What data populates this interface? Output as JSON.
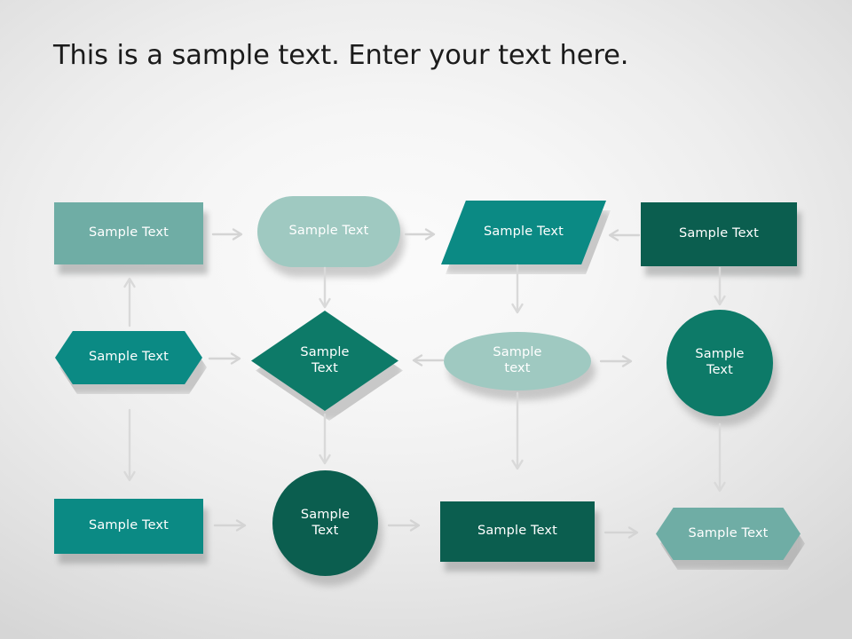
{
  "slide": {
    "title": "This is a sample text. Enter your text here.",
    "background": {
      "center_color": "#fbfbfb",
      "edge_color": "#d6d6d6"
    }
  },
  "palette": {
    "medium_teal": "#6fada5",
    "light_teal": "#9fc9c1",
    "bright_teal": "#0b8a84",
    "deep_teal": "#0d7a68",
    "dark_green": "#0b5e4f",
    "arrow_gray": "#d2d2d2",
    "shape_text": "#ffffff",
    "title_text": "#1b1b1b"
  },
  "flowchart": {
    "type": "flowchart",
    "columns": 4,
    "rows": 3,
    "nodes": [
      {
        "id": "r1c1",
        "shape": "rectangle",
        "label": "Sample Text",
        "color": "#6fada5",
        "row": 1,
        "col": 1
      },
      {
        "id": "r1c2",
        "shape": "stadium",
        "label": "Sample Text",
        "color": "#9fc9c1",
        "row": 1,
        "col": 2
      },
      {
        "id": "r1c3",
        "shape": "parallelogram",
        "label": "Sample Text",
        "color": "#0b8a84",
        "row": 1,
        "col": 3
      },
      {
        "id": "r1c4",
        "shape": "rectangle",
        "label": "Sample Text",
        "color": "#0b5e4f",
        "row": 1,
        "col": 4
      },
      {
        "id": "r2c1",
        "shape": "hexagon",
        "label": "Sample Text",
        "color": "#0b8a84",
        "row": 2,
        "col": 1
      },
      {
        "id": "r2c2",
        "shape": "diamond",
        "label": "Sample\nText",
        "label_line1": "Sample",
        "label_line2": "Text",
        "color": "#0d7a68",
        "row": 2,
        "col": 2
      },
      {
        "id": "r2c3",
        "shape": "ellipse",
        "label": "Sample\ntext",
        "label_line1": "Sample",
        "label_line2": "text",
        "color": "#9fc9c1",
        "row": 2,
        "col": 3
      },
      {
        "id": "r2c4",
        "shape": "circle",
        "label": "Sample\nText",
        "label_line1": "Sample",
        "label_line2": "Text",
        "color": "#0d7a68",
        "row": 2,
        "col": 4
      },
      {
        "id": "r3c1",
        "shape": "rectangle",
        "label": "Sample Text",
        "color": "#0b8a84",
        "row": 3,
        "col": 1
      },
      {
        "id": "r3c2",
        "shape": "circle",
        "label": "Sample\nText",
        "label_line1": "Sample",
        "label_line2": "Text",
        "color": "#0b5e4f",
        "row": 3,
        "col": 2
      },
      {
        "id": "r3c3",
        "shape": "rectangle",
        "label": "Sample Text",
        "color": "#0b5e4f",
        "row": 3,
        "col": 3
      },
      {
        "id": "r3c4",
        "shape": "hexagon",
        "label": "Sample Text",
        "color": "#6fada5",
        "row": 3,
        "col": 4
      }
    ],
    "connectors": [
      {
        "from": "r1c1",
        "to": "r1c2",
        "direction": "right"
      },
      {
        "from": "r1c2",
        "to": "r1c3",
        "direction": "right"
      },
      {
        "from": "r1c4",
        "to": "r1c3",
        "direction": "left"
      },
      {
        "from": "r2c1",
        "to": "r1c1",
        "direction": "up"
      },
      {
        "from": "r1c2",
        "to": "r2c2",
        "direction": "down"
      },
      {
        "from": "r1c3",
        "to": "r2c3",
        "direction": "down"
      },
      {
        "from": "r1c4",
        "to": "r2c4",
        "direction": "down"
      },
      {
        "from": "r2c1",
        "to": "r2c2",
        "direction": "right"
      },
      {
        "from": "r2c3",
        "to": "r2c2",
        "direction": "left"
      },
      {
        "from": "r2c3",
        "to": "r2c4",
        "direction": "right"
      },
      {
        "from": "r2c1",
        "to": "r3c1",
        "direction": "down"
      },
      {
        "from": "r2c2",
        "to": "r3c2",
        "direction": "down"
      },
      {
        "from": "r2c3",
        "to": "r3c3",
        "direction": "down"
      },
      {
        "from": "r2c4",
        "to": "r3c4",
        "direction": "down"
      },
      {
        "from": "r3c1",
        "to": "r3c2",
        "direction": "right"
      },
      {
        "from": "r3c2",
        "to": "r3c3",
        "direction": "right"
      },
      {
        "from": "r3c3",
        "to": "r3c4",
        "direction": "right"
      }
    ]
  }
}
